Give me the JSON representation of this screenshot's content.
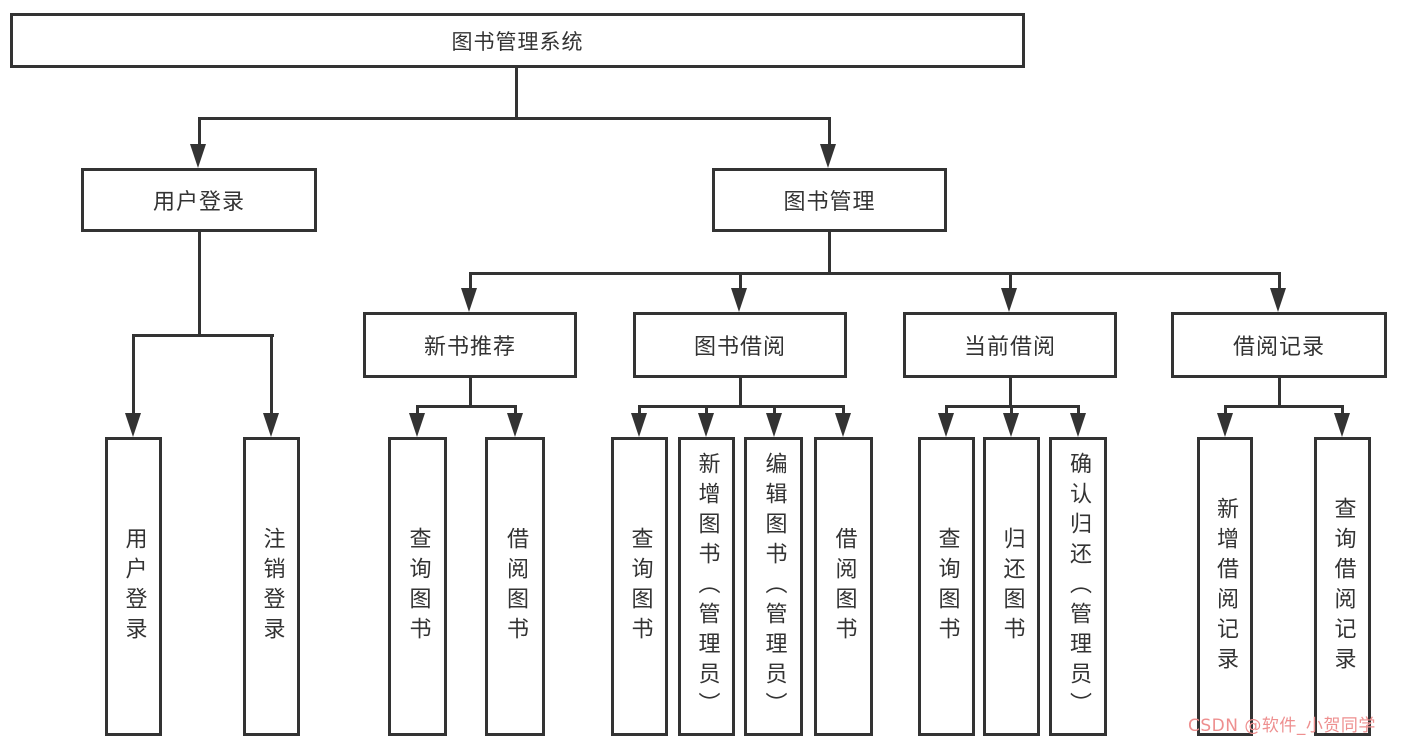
{
  "diagram": {
    "root": {
      "label": "图书管理系统"
    },
    "branches": [
      {
        "label": "用户登录",
        "children": [
          {
            "label": "用户登录"
          },
          {
            "label": "注销登录"
          }
        ]
      },
      {
        "label": "图书管理",
        "children": [
          {
            "label": "新书推荐",
            "children": [
              {
                "label": "查询图书"
              },
              {
                "label": "借阅图书"
              }
            ]
          },
          {
            "label": "图书借阅",
            "children": [
              {
                "label": "查询图书"
              },
              {
                "label": "新增图书（管理员）"
              },
              {
                "label": "编辑图书（管理员）"
              },
              {
                "label": "借阅图书"
              }
            ]
          },
          {
            "label": "当前借阅",
            "children": [
              {
                "label": "查询图书"
              },
              {
                "label": "归还图书"
              },
              {
                "label": "确认归还（管理员）"
              }
            ]
          },
          {
            "label": "借阅记录",
            "children": [
              {
                "label": "新增借阅记录"
              },
              {
                "label": "查询借阅记录"
              }
            ]
          }
        ]
      }
    ]
  },
  "watermark": {
    "text": "CSDN @软件_小贺同学",
    "color": "#ee8f8f"
  },
  "colors": {
    "line": "#333333",
    "text": "#333333",
    "background": "#ffffff",
    "box_fill": "#ffffff"
  }
}
